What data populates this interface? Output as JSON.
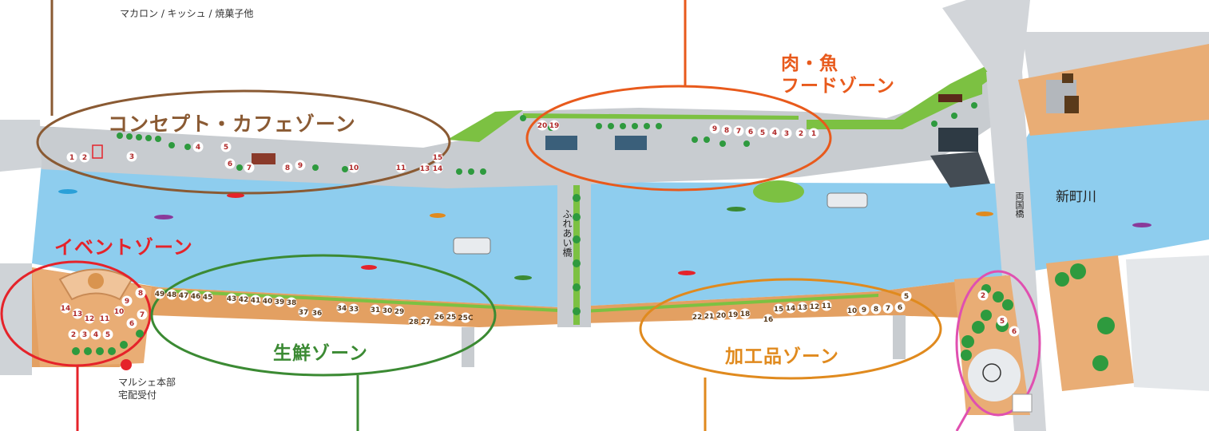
{
  "zones": {
    "concept_cafe": {
      "label": "コンセプト・カフェゾーン",
      "color": "#8a5a33"
    },
    "meat_fish": {
      "label": "肉・魚\nフードゾーン",
      "line1": "肉・魚",
      "line2": "フードゾーン",
      "color": "#e85a1c"
    },
    "event": {
      "label": "イベントゾーン",
      "color": "#e5232a"
    },
    "fresh": {
      "label": "生鮮ゾーン",
      "color": "#3b8a33"
    },
    "processed": {
      "label": "加工品ゾーン",
      "color": "#e08a1e"
    }
  },
  "texts": {
    "partial_top": "マカロン / キッシュ / 焼菓子他",
    "marche_hq_1": "マルシェ本部",
    "marche_hq_2": "宅配受付",
    "bridge_fureai": "ふれあい橋",
    "bridge_ryogoku": "両国橋",
    "river_name": "新町川"
  },
  "stalls": {
    "north_left": [
      "1",
      "2",
      "3",
      "4",
      "5",
      "6",
      "7",
      "8",
      "9",
      "10",
      "11",
      "13",
      "14",
      "15"
    ],
    "north_right": [
      "20",
      "19",
      "9",
      "8",
      "7",
      "6",
      "5",
      "4",
      "3",
      "2",
      "1"
    ],
    "south_fresh": [
      "49",
      "48",
      "47",
      "46",
      "45",
      "43",
      "42",
      "41",
      "40",
      "39",
      "38",
      "37",
      "36",
      "34",
      "33",
      "31",
      "30",
      "29",
      "28",
      "27",
      "26",
      "25",
      "25C"
    ],
    "south_processed": [
      "22",
      "21",
      "20",
      "19",
      "18",
      "16",
      "15",
      "14",
      "13",
      "12",
      "11",
      "10",
      "9",
      "8",
      "7",
      "6",
      "5"
    ],
    "event": [
      "8",
      "9",
      "14",
      "13",
      "12",
      "11",
      "10",
      "7",
      "6",
      "2",
      "3",
      "4",
      "5"
    ],
    "east": [
      "2",
      "5",
      "6"
    ]
  },
  "colors": {
    "water": "#8ecdee",
    "promenade": "#e3a062",
    "walkway": "#c8ccd0",
    "grass": "#7cc142",
    "tree": "#2e9a3e",
    "road": "#d2d5d9"
  }
}
